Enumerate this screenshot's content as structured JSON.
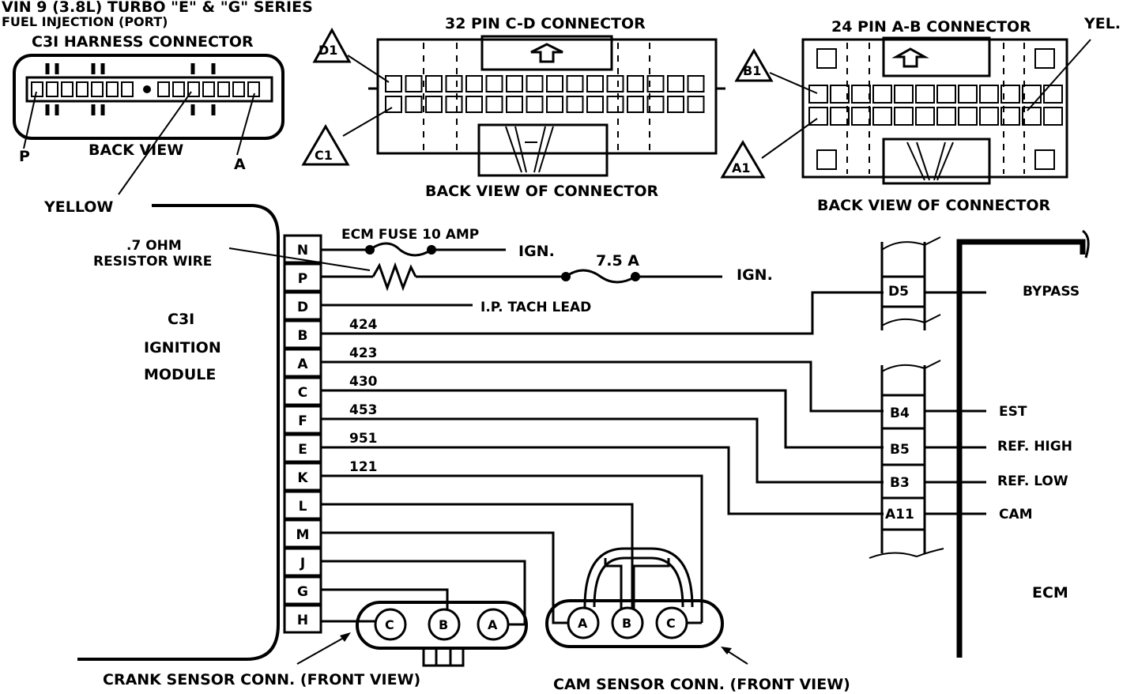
{
  "header": {
    "line1": "VIN 9 (3.8L) TURBO \"E\" & \"G\" SERIES",
    "line2": "FUEL INJECTION (PORT)"
  },
  "c3i_connector": {
    "title": "C3I HARNESS CONNECTOR",
    "pin_p": "P",
    "pin_a": "A",
    "view": "BACK VIEW",
    "yellow": "YELLOW"
  },
  "connector_cd": {
    "title": "32 PIN C-D  CONNECTOR",
    "d1": "D1",
    "c1": "C1",
    "view": "BACK VIEW OF CONNECTOR"
  },
  "connector_ab": {
    "title": "24 PIN A-B  CONNECTOR",
    "yel": "YEL.",
    "b1": "B1",
    "a1": "A1",
    "view": "BACK VIEW OF CONNECTOR"
  },
  "module": {
    "line1": "C3I",
    "line2": "IGNITION",
    "line3": "MODULE",
    "pins": [
      "N",
      "P",
      "D",
      "B",
      "A",
      "C",
      "F",
      "E",
      "K",
      "L",
      "M",
      "J",
      "G",
      "H"
    ]
  },
  "labels": {
    "resistor1": ".7 OHM",
    "resistor2": "RESISTOR WIRE",
    "ecm_fuse": "ECM FUSE 10 AMP",
    "ign1": "IGN.",
    "fuse75": "7.5 A",
    "ign2": "IGN.",
    "tach": "I.P. TACH LEAD",
    "crank": "CRANK SENSOR CONN. (FRONT VIEW)",
    "cam": "CAM SENSOR CONN. (FRONT VIEW)",
    "ecm": "ECM"
  },
  "wires": [
    "424",
    "423",
    "430",
    "453",
    "951",
    "121"
  ],
  "ecm_terminals": [
    {
      "pin": "D5",
      "signal": "BYPASS"
    },
    {
      "pin": "B4",
      "signal": "EST"
    },
    {
      "pin": "B5",
      "signal": "REF. HIGH"
    },
    {
      "pin": "B3",
      "signal": "REF. LOW"
    },
    {
      "pin": "A11",
      "signal": "CAM"
    }
  ],
  "crank_pins": [
    "C",
    "B",
    "A"
  ],
  "cam_pins": [
    "A",
    "B",
    "C"
  ]
}
